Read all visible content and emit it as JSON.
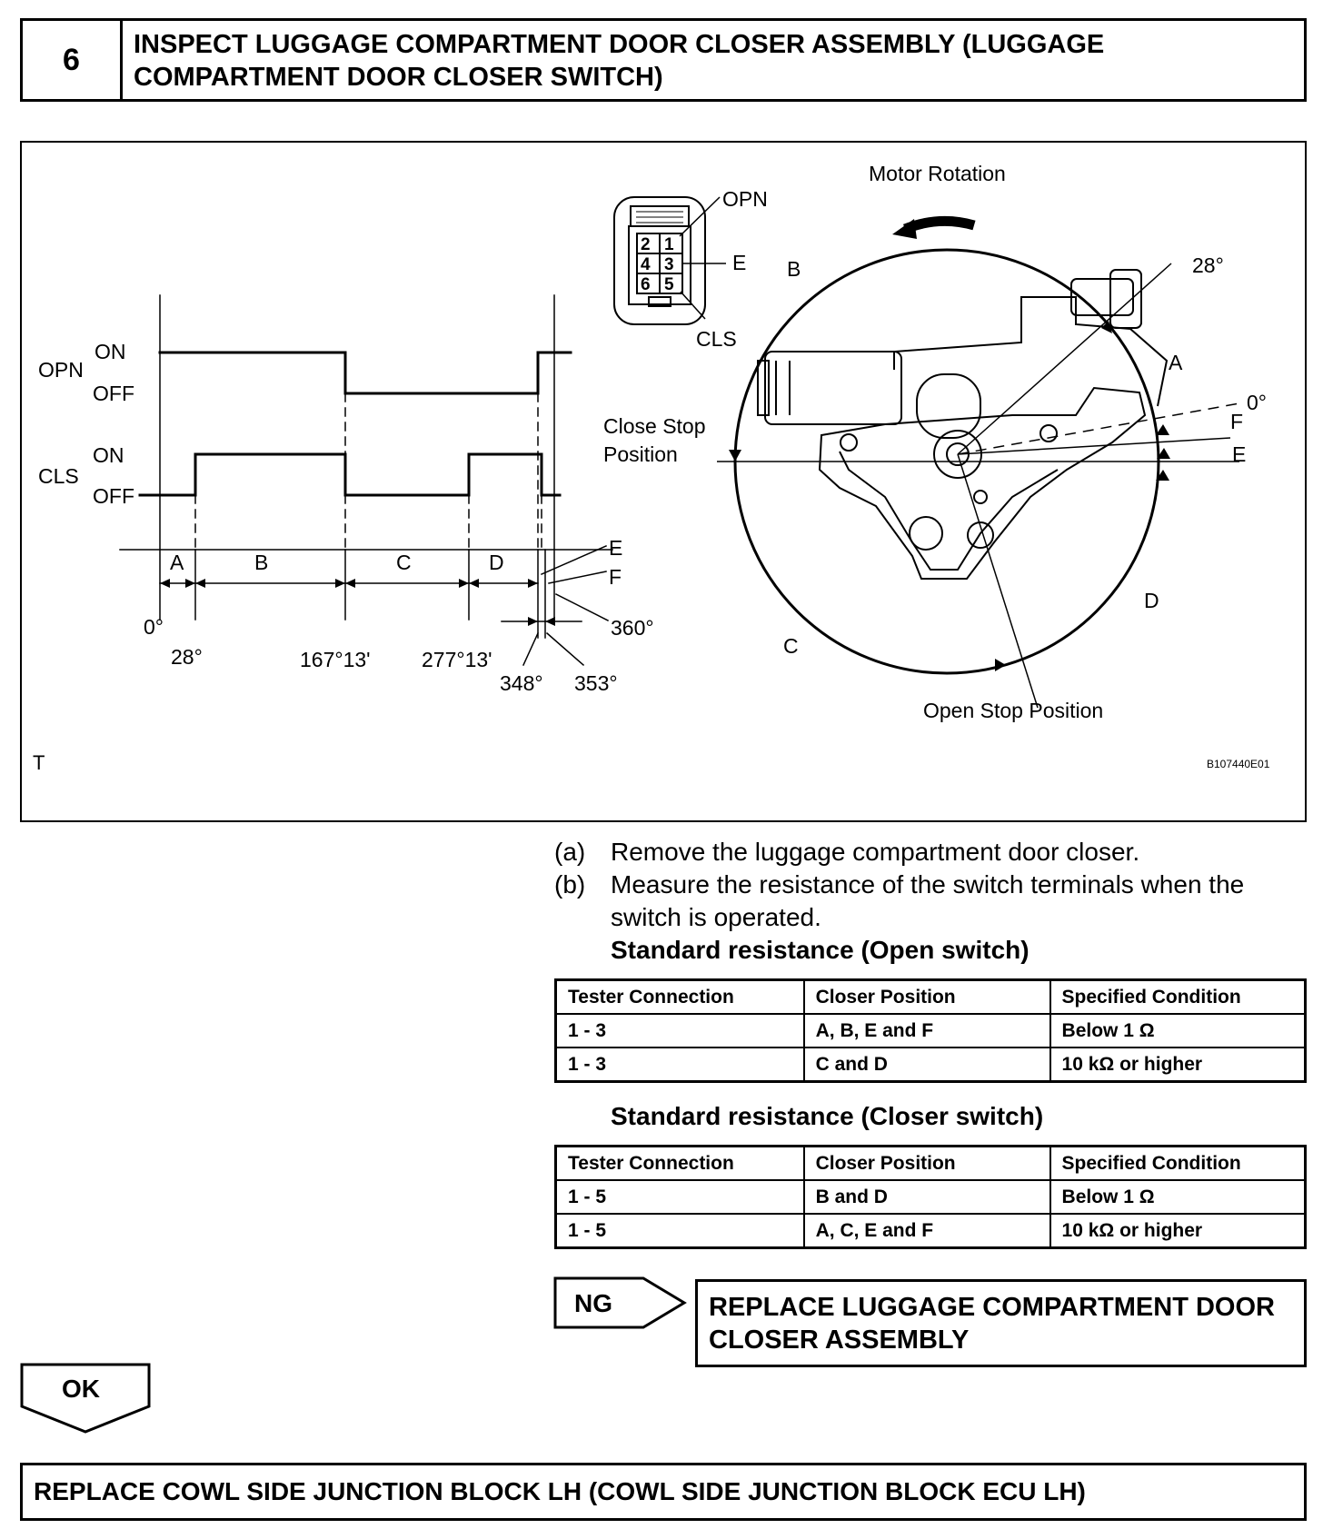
{
  "step": {
    "number": "6",
    "title": "INSPECT LUGGAGE COMPARTMENT DOOR CLOSER ASSEMBLY (LUGGAGE COMPARTMENT DOOR CLOSER SWITCH)"
  },
  "figure": {
    "signal_labels": {
      "opn": "OPN",
      "cls": "CLS",
      "on": "ON",
      "off": "OFF"
    },
    "zones": [
      "A",
      "B",
      "C",
      "D",
      "E",
      "F"
    ],
    "angles": [
      "0°",
      "28°",
      "167°13'",
      "277°13'",
      "348°",
      "353°",
      "360°"
    ],
    "connector": {
      "opn": "OPN",
      "e": "E",
      "cls": "CLS",
      "pins": [
        "2",
        "1",
        "4",
        "3",
        "6",
        "5"
      ]
    },
    "motor_rotation": "Motor Rotation",
    "close_stop_line1": "Close Stop",
    "close_stop_line2": "Position",
    "open_stop": "Open Stop Position",
    "circle_angle_28": "28°",
    "circle_angle_0": "0°",
    "corner_mark": "T",
    "figure_code": "B107440E01"
  },
  "instructions": [
    {
      "letter": "(a)",
      "text": "Remove the luggage compartment door closer."
    },
    {
      "letter": "(b)",
      "text": "Measure the resistance of the switch terminals when the switch is operated."
    }
  ],
  "tables": [
    {
      "title": "Standard resistance (Open switch)",
      "headers": [
        "Tester Connection",
        "Closer Position",
        "Specified Condition"
      ],
      "rows": [
        [
          "1 - 3",
          "A, B, E and F",
          "Below 1 Ω"
        ],
        [
          "1 - 3",
          "C and D",
          "10 kΩ or higher"
        ]
      ]
    },
    {
      "title": "Standard resistance (Closer switch)",
      "headers": [
        "Tester Connection",
        "Closer Position",
        "Specified Condition"
      ],
      "rows": [
        [
          "1 - 5",
          "B and D",
          "Below 1 Ω"
        ],
        [
          "1 - 5",
          "A, C, E and F",
          "10 kΩ or higher"
        ]
      ]
    }
  ],
  "ng": {
    "label": "NG",
    "action": "REPLACE LUGGAGE COMPARTMENT DOOR CLOSER ASSEMBLY"
  },
  "ok": {
    "label": "OK"
  },
  "final_action": "REPLACE COWL SIDE JUNCTION BLOCK LH (COWL SIDE JUNCTION BLOCK ECU LH)"
}
